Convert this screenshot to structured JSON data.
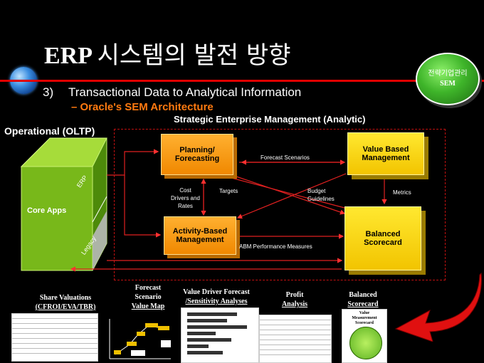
{
  "title": {
    "latin": "ERP",
    "korean": "시스템의 발전 방향"
  },
  "badge": {
    "line1": "전략기업관리",
    "line2": "SEM"
  },
  "subtitle": {
    "number": "3)",
    "text": "Transactional Data to Analytical Information"
  },
  "subheading": "– Oracle's SEM Architecture",
  "operational_heading": "Operational (OLTP)",
  "sem_heading": "Strategic Enterprise Management (Analytic)",
  "core_apps": {
    "label": "Core Apps",
    "erp": "ERP",
    "legacy": "Legacy"
  },
  "boxes": {
    "planning": {
      "line1": "Planning/",
      "line2": "Forecasting"
    },
    "value_based": {
      "line1": "Value Based",
      "line2": "Management"
    },
    "activity": {
      "line1": "Activity-Based",
      "line2": "Management"
    },
    "balanced": {
      "line1": "Balanced",
      "line2": "Scorecard"
    }
  },
  "edge_labels": {
    "forecast_scenarios": "Forecast Scenarios",
    "cost_drivers": [
      "Cost",
      "Drivers and",
      "Rates"
    ],
    "targets": "Targets",
    "budget_guidelines": [
      "Budget",
      "Guidelines"
    ],
    "metrics": "Metrics",
    "abm_performance": "ABM Performance Measures"
  },
  "thumbnails": [
    {
      "line1": "Share Valuations",
      "line2": "(CFROI/EVA/TBR)"
    },
    {
      "line1": "Forecast",
      "line2": "Scenario",
      "line3": "Value Map"
    },
    {
      "line1": "Value Driver Forecast",
      "line2": "/Sensitivity Analyses"
    },
    {
      "line1": "Profit",
      "line2": "Analysis"
    },
    {
      "line1": "Balanced",
      "line2": "Scorecard"
    }
  ],
  "scorecard_thumb": {
    "line1": "Value",
    "line2": "Measurement",
    "line3": "Scorecard"
  },
  "colors": {
    "background": "#000000",
    "accent_red": "#e00000",
    "orange": "#f08800",
    "yellow": "#f2c400",
    "green": "#6fae18"
  }
}
